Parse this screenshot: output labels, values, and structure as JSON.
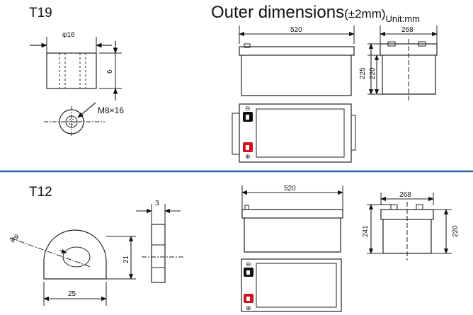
{
  "colors": {
    "divider": "#2f66a8",
    "terminal_red": "#d0101e",
    "terminal_black": "#111111",
    "line": "#222222"
  },
  "t19": {
    "section_label": "T19",
    "diameter_label": "φ16",
    "height_label": "6",
    "bolt_label": "M8×16"
  },
  "outer": {
    "title_main": "Outer dimensions",
    "title_tolerance": "(±2mm)",
    "title_unit": "Unit:mm",
    "top_length": "520",
    "top_width": "268",
    "top_total_height": "225",
    "top_box_height": "220",
    "positive_symbol": "⊕",
    "negative_symbol": "⊖"
  },
  "t12": {
    "section_label": "T12",
    "hole_label": "φ9",
    "height_label": "21",
    "width_label": "25",
    "thickness_label": "3"
  },
  "lower": {
    "length": "520",
    "width": "268",
    "total_height": "241",
    "box_height": "220"
  }
}
